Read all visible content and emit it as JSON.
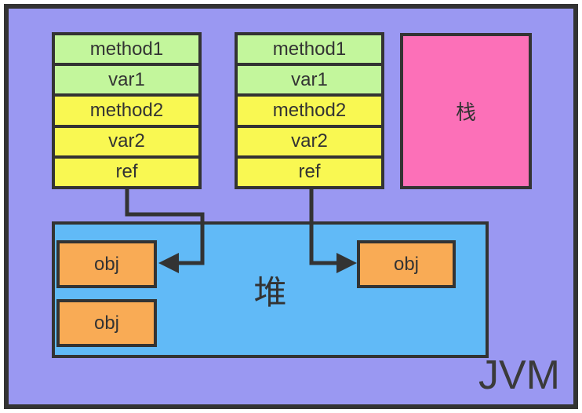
{
  "jvm_label": "JVM",
  "frames": [
    {
      "name": "stack-frame-1",
      "rows": [
        "method1",
        "var1",
        "method2",
        "var2",
        "ref"
      ]
    },
    {
      "name": "stack-frame-2",
      "rows": [
        "method1",
        "var1",
        "method2",
        "var2",
        "ref"
      ]
    }
  ],
  "stack": {
    "label": "栈"
  },
  "heap": {
    "label": "堆",
    "objects": [
      {
        "label": "obj"
      },
      {
        "label": "obj"
      },
      {
        "label": "obj"
      }
    ]
  },
  "arrows": [
    {
      "name": "ref-arrow-left",
      "from": "frame-1 ref",
      "to": "heap obj 1"
    },
    {
      "name": "ref-arrow-right",
      "from": "frame-2 ref",
      "to": "heap obj 3"
    }
  ],
  "colors": {
    "background": "#ffffff",
    "jvm_fill": "#9a98f2",
    "border": "#333333",
    "frame_green": "#c3f69c",
    "frame_yellow": "#f9f852",
    "stack_pink": "#fc70b8",
    "heap_blue": "#61baf7",
    "obj_orange": "#f9ab55",
    "text": "#333333"
  }
}
